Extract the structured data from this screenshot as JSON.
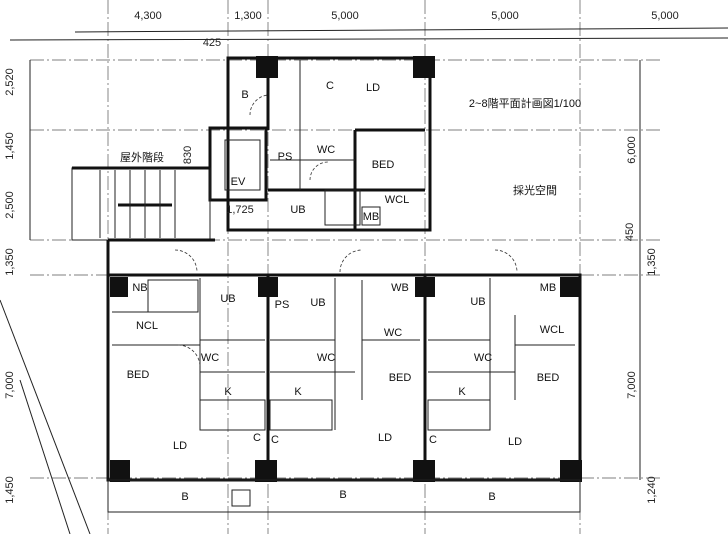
{
  "title": "2~8階平面計画図1/100",
  "dimensions": {
    "top": [
      "4,300",
      "1,300",
      "5,000",
      "5,000",
      "5,000"
    ],
    "offset": "425",
    "left": [
      "2,520",
      "1,450",
      "2,500",
      "1,350",
      "7,000",
      "1,450"
    ],
    "right": [
      "6,000",
      "450",
      "1,350",
      "7,000",
      "1,240"
    ],
    "ev_width": "1,725",
    "stair_dim": "830"
  },
  "areas": {
    "outdoor_stair": "屋外階段",
    "light_well": "採光空間",
    "elevator": "EV"
  },
  "upper_unit": {
    "balcony": "B",
    "closet": "C",
    "living": "LD",
    "bed": "BED",
    "wc": "WC",
    "ps": "PS",
    "ub": "UB",
    "wcl": "WCL",
    "mb": "MB"
  },
  "units": [
    {
      "mb": "NB",
      "wcl": "NCL",
      "bed": "BED",
      "wc": "WC",
      "k": "K",
      "living": "LD",
      "closet": "C",
      "balcony": "B",
      "ub": "UB"
    },
    {
      "mb": "WB",
      "wcl": "WC",
      "bed": "BED",
      "wc": "WC",
      "k": "K",
      "living": "LD",
      "closet": "C",
      "balcony": "B",
      "ub": "UB",
      "ps": "PS"
    },
    {
      "mb": "MB",
      "wcl": "WCL",
      "bed": "BED",
      "wc": "WC",
      "k": "K",
      "living": "LD",
      "closet": "C",
      "balcony": "B",
      "ub": "UB"
    }
  ],
  "colors": {
    "ink": "#111111",
    "paper": "#ffffff"
  }
}
